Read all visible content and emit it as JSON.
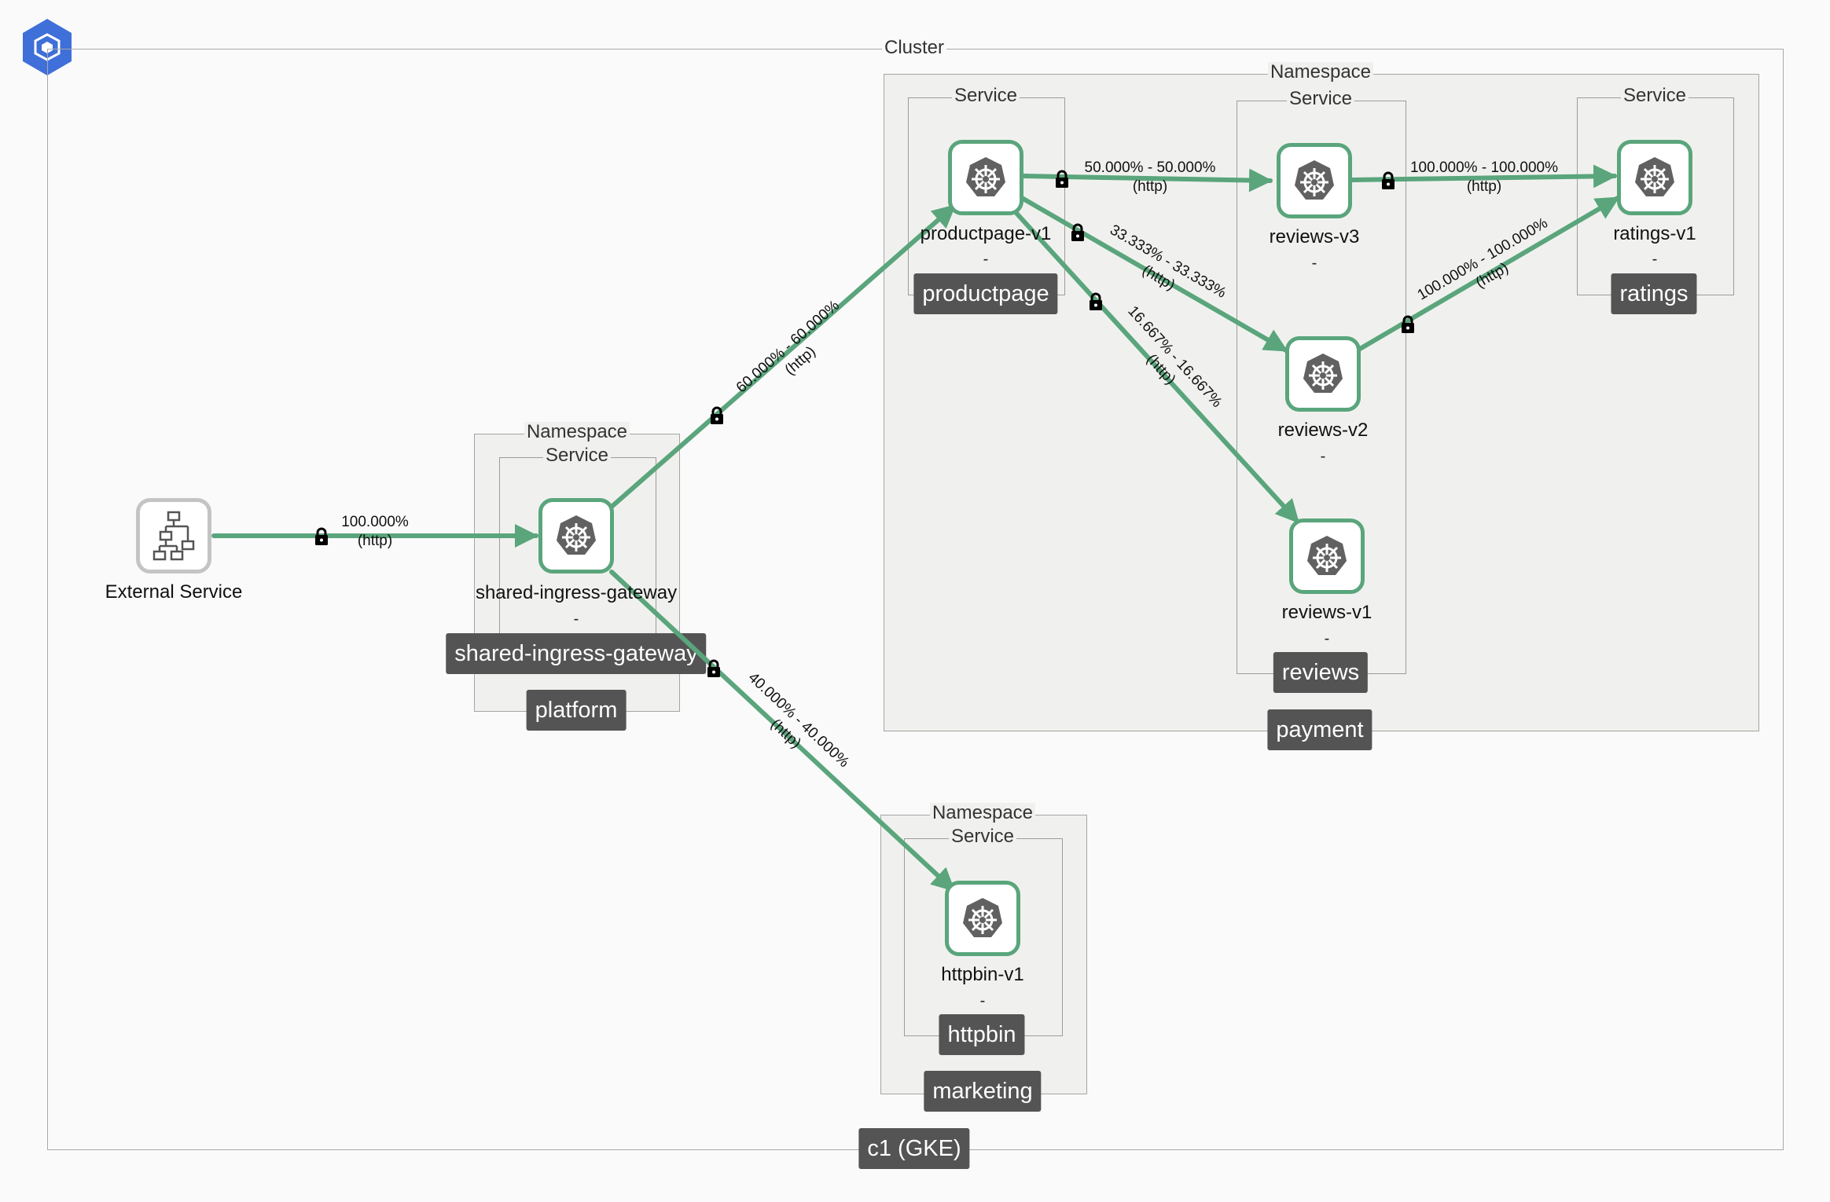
{
  "cluster": {
    "legend": "Cluster",
    "name": "c1 (GKE)"
  },
  "groups": {
    "platform": {
      "legend": "Namespace",
      "service_legend": "Service",
      "tag": "platform",
      "service_tag": "shared-ingress-gateway"
    },
    "payment": {
      "legend": "Namespace",
      "tag": "payment",
      "productpage_legend": "Service",
      "productpage_tag": "productpage",
      "reviews_legend": "Service",
      "reviews_tag": "reviews",
      "ratings_legend": "Service",
      "ratings_tag": "ratings"
    },
    "marketing": {
      "legend": "Namespace",
      "service_legend": "Service",
      "tag": "marketing",
      "service_tag": "httpbin"
    }
  },
  "nodes": {
    "external": {
      "label": "External Service",
      "icon": "hierarchy-icon"
    },
    "gateway": {
      "label": "shared-ingress-gateway",
      "sub": "-",
      "icon": "kubernetes-icon"
    },
    "productpage": {
      "label": "productpage-v1",
      "sub": "-",
      "icon": "kubernetes-icon"
    },
    "reviews_v3": {
      "label": "reviews-v3",
      "sub": "-",
      "icon": "kubernetes-icon"
    },
    "reviews_v2": {
      "label": "reviews-v2",
      "sub": "-",
      "icon": "kubernetes-icon"
    },
    "reviews_v1": {
      "label": "reviews-v1",
      "sub": "-",
      "icon": "kubernetes-icon"
    },
    "ratings": {
      "label": "ratings-v1",
      "sub": "-",
      "icon": "kubernetes-icon"
    },
    "httpbin": {
      "label": "httpbin-v1",
      "sub": "-",
      "icon": "kubernetes-icon"
    }
  },
  "edges": {
    "ext_gateway": {
      "traffic": "100.000%",
      "protocol": "(http)"
    },
    "gateway_productpage": {
      "traffic": "60.000% - 60.000%",
      "protocol": "(http)"
    },
    "gateway_httpbin": {
      "traffic": "40.000% - 40.000%",
      "protocol": "(http)"
    },
    "productpage_reviews_v3": {
      "traffic": "50.000% - 50.000%",
      "protocol": "(http)"
    },
    "productpage_reviews_v2": {
      "traffic": "33.333% - 33.333%",
      "protocol": "(http)"
    },
    "productpage_reviews_v1": {
      "traffic": "16.667% - 16.667%",
      "protocol": "(http)"
    },
    "reviews_v3_ratings": {
      "traffic": "100.000% - 100.000%",
      "protocol": "(http)"
    },
    "reviews_v2_ratings": {
      "traffic": "100.000% - 100.000%",
      "protocol": "(http)"
    }
  },
  "colors": {
    "edge": "#5aa57c",
    "node_border": "#5aa57c",
    "tag_bg": "#545454",
    "hub_logo": "#3f6fd8"
  }
}
